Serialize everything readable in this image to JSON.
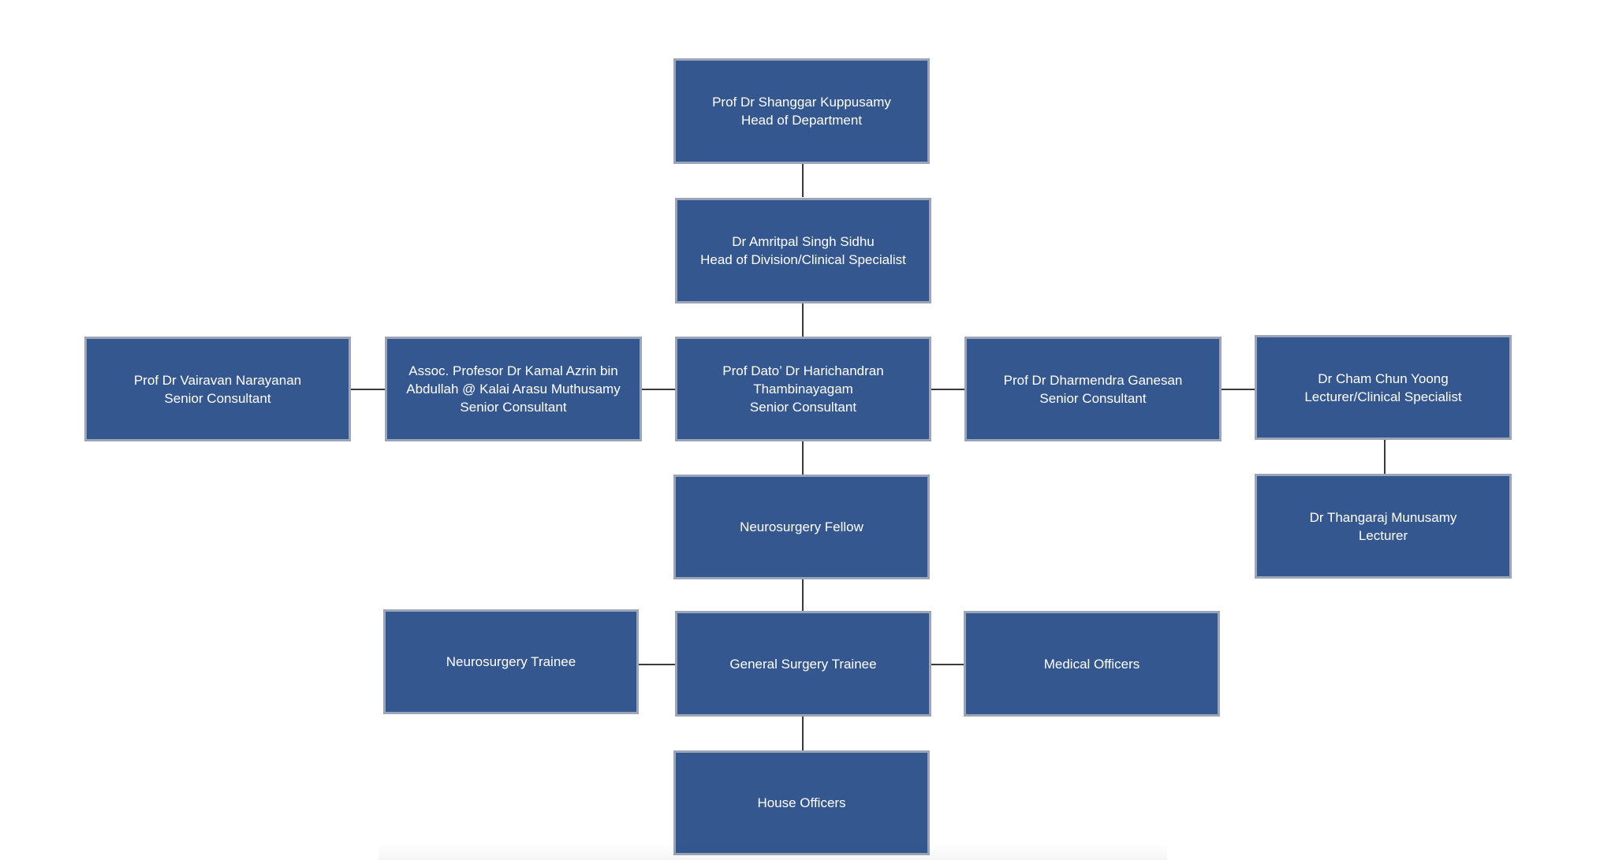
{
  "nodes": {
    "head": {
      "line1": "Prof Dr Shanggar Kuppusamy",
      "line2": "Head of Department"
    },
    "division": {
      "line1": "Dr Amritpal Singh Sidhu",
      "line2": "Head of Division/Clinical Specialist"
    },
    "hari": {
      "line1": "Prof Dato’ Dr Harichandran",
      "line2": "Thambinayagam",
      "line3": "Senior Consultant"
    },
    "vairavan": {
      "line1": "Prof Dr Vairavan Narayanan",
      "line2": "Senior Consultant"
    },
    "kamal": {
      "line1": "Assoc. Profesor Dr Kamal Azrin bin",
      "line2": "Abdullah @ Kalai Arasu Muthusamy",
      "line3": "Senior Consultant"
    },
    "dharmendra": {
      "line1": "Prof Dr  Dharmendra Ganesan",
      "line2": "Senior Consultant"
    },
    "cham": {
      "line1": "Dr Cham Chun Yoong",
      "line2": "Lecturer/Clinical Specialist"
    },
    "thangaraj": {
      "line1": "Dr Thangaraj Munusamy",
      "line2": "Lecturer"
    },
    "fellow": {
      "line1": "Neurosurgery Fellow"
    },
    "gst": {
      "line1": "General Surgery Trainee"
    },
    "nst": {
      "line1": "Neurosurgery Trainee"
    },
    "mo": {
      "line1": "Medical Officers"
    },
    "ho": {
      "line1": "House Officers"
    }
  }
}
